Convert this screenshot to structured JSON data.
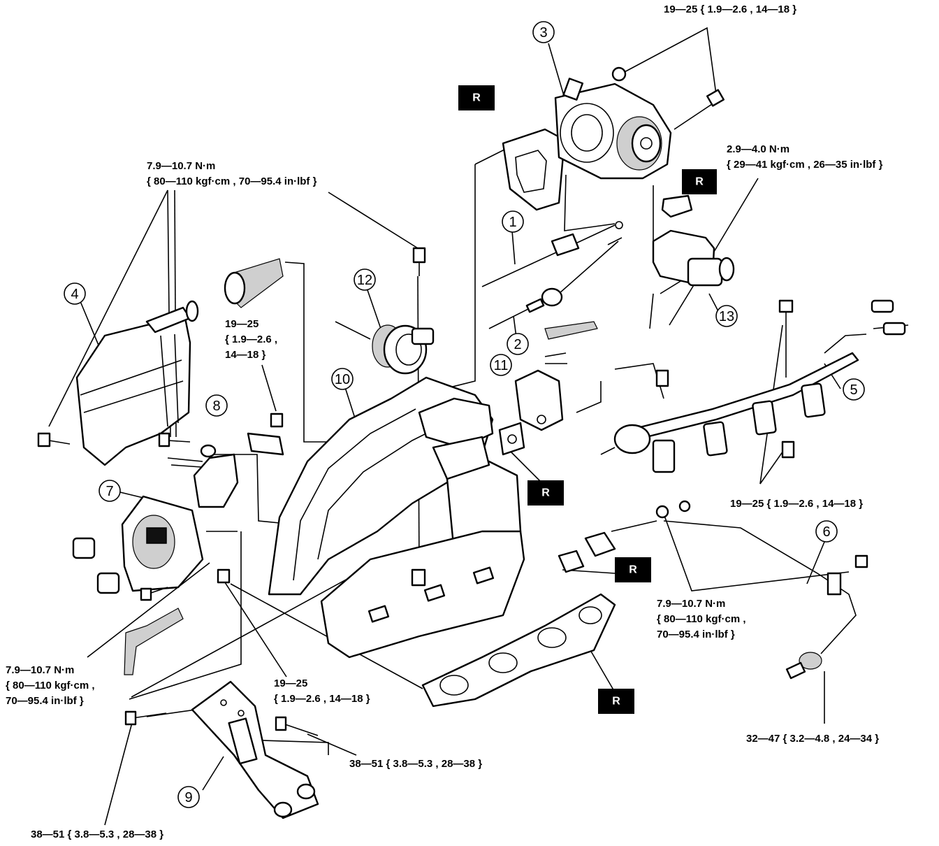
{
  "diagram": {
    "part_numbers": [
      "1",
      "2",
      "3",
      "4",
      "5",
      "6",
      "7",
      "8",
      "9",
      "10",
      "11",
      "12",
      "13"
    ],
    "replace_marker": "R",
    "torque_specs": [
      {
        "id": "t3",
        "lines": [
          "19—25 { 1.9—2.6 , 14—18 }"
        ]
      },
      {
        "id": "t13",
        "lines": [
          "2.9—4.0 N·m",
          "{ 29—41 kgf·cm , 26—35 in·lbf }"
        ]
      },
      {
        "id": "t4",
        "lines": [
          "7.9—10.7 N·m",
          "{ 80—110 kgf·cm , 70—95.4 in·lbf }"
        ]
      },
      {
        "id": "t8",
        "lines": [
          "19—25",
          "{ 1.9—2.6 ,",
          "14—18 }"
        ]
      },
      {
        "id": "t5",
        "lines": [
          "19—25 { 1.9—2.6 , 14—18 }"
        ]
      },
      {
        "id": "t6",
        "lines": [
          "7.9—10.7 N·m",
          "{ 80—110 kgf·cm ,",
          "70—95.4 in·lbf }"
        ]
      },
      {
        "id": "t7",
        "lines": [
          "7.9—10.7 N·m",
          "{ 80—110 kgf·cm ,",
          "70—95.4 in·lbf }"
        ]
      },
      {
        "id": "t10",
        "lines": [
          "19—25",
          "{ 1.9—2.6 , 14—18 }"
        ]
      },
      {
        "id": "t9a",
        "lines": [
          "38—51 { 3.8—5.3 , 28—38 }"
        ]
      },
      {
        "id": "t6b",
        "lines": [
          "32—47 { 3.2—4.8 , 24—34 }"
        ]
      },
      {
        "id": "t9b",
        "lines": [
          "38—51 { 3.8—5.3 , 28—38 }"
        ]
      }
    ]
  }
}
